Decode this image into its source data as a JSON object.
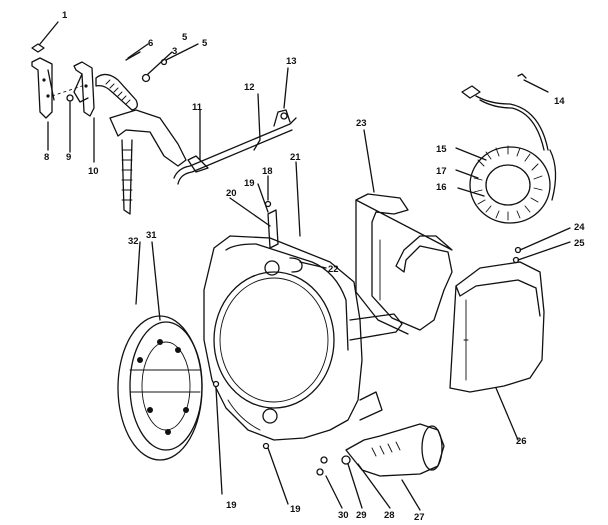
{
  "callouts": [
    {
      "id": "c1",
      "text": "1"
    },
    {
      "id": "c2",
      "text": "5"
    },
    {
      "id": "c3",
      "text": "6"
    },
    {
      "id": "c4",
      "text": "3"
    },
    {
      "id": "c5",
      "text": "5"
    },
    {
      "id": "c6",
      "text": "13"
    },
    {
      "id": "c7",
      "text": "12"
    },
    {
      "id": "c8",
      "text": "14"
    },
    {
      "id": "c9",
      "text": "11"
    },
    {
      "id": "c10",
      "text": "23"
    },
    {
      "id": "c11",
      "text": "8"
    },
    {
      "id": "c12",
      "text": "9"
    },
    {
      "id": "c13",
      "text": "10"
    },
    {
      "id": "c14",
      "text": "15"
    },
    {
      "id": "c15",
      "text": "21"
    },
    {
      "id": "c16",
      "text": "17"
    },
    {
      "id": "c17",
      "text": "18"
    },
    {
      "id": "c18",
      "text": "16"
    },
    {
      "id": "c19",
      "text": "20"
    },
    {
      "id": "c20",
      "text": "19"
    },
    {
      "id": "c21",
      "text": "32"
    },
    {
      "id": "c22",
      "text": "31"
    },
    {
      "id": "c23",
      "text": "24"
    },
    {
      "id": "c24",
      "text": "25"
    },
    {
      "id": "c25",
      "text": "22"
    },
    {
      "id": "c26",
      "text": "26"
    },
    {
      "id": "c27",
      "text": "19"
    },
    {
      "id": "c28",
      "text": "19"
    },
    {
      "id": "c29",
      "text": "30"
    },
    {
      "id": "c30",
      "text": "29"
    },
    {
      "id": "c31",
      "text": "28"
    },
    {
      "id": "c32",
      "text": "27"
    }
  ]
}
